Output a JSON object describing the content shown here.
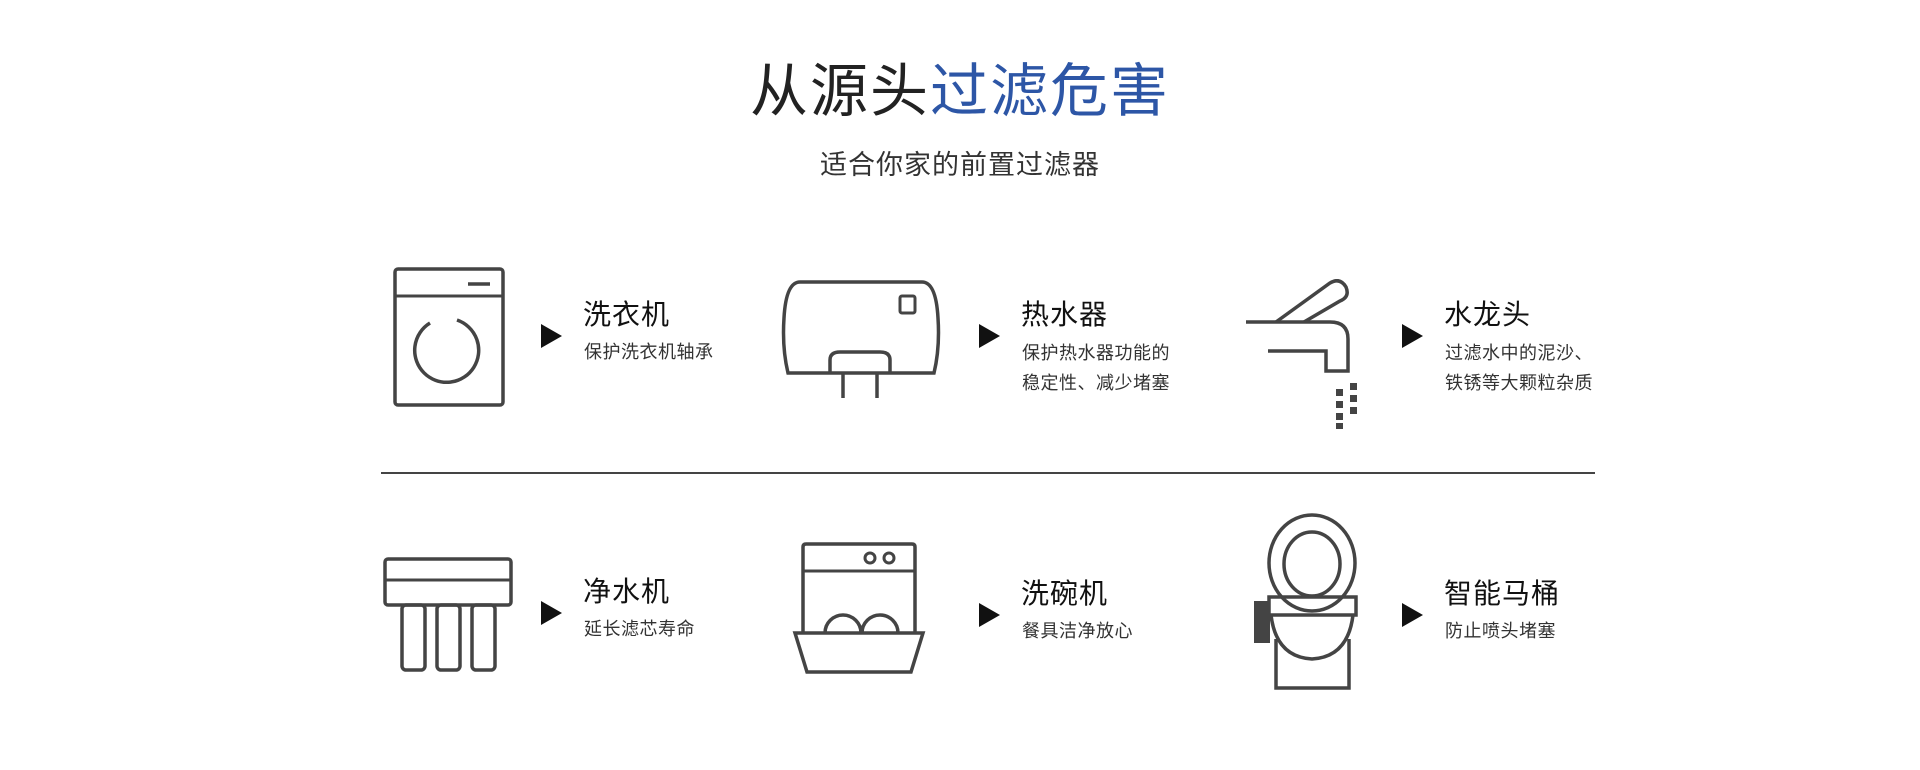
{
  "header": {
    "title_main": "从源头",
    "title_accent": "过滤危害",
    "subtitle": "适合你家的前置过滤器"
  },
  "colors": {
    "accent": "#2d56a6",
    "icon_stroke": "#444444",
    "text": "#222222"
  },
  "items": [
    {
      "icon": "washing-machine-icon",
      "name": "洗衣机",
      "desc": [
        "保护洗衣机轴承"
      ]
    },
    {
      "icon": "water-heater-icon",
      "name": "热水器",
      "desc": [
        "保护热水器功能的",
        "稳定性、减少堵塞"
      ]
    },
    {
      "icon": "faucet-icon",
      "name": "水龙头",
      "desc": [
        "过滤水中的泥沙、",
        "铁锈等大颗粒杂质"
      ]
    },
    {
      "icon": "water-purifier-icon",
      "name": "净水机",
      "desc": [
        "延长滤芯寿命"
      ]
    },
    {
      "icon": "dishwasher-icon",
      "name": "洗碗机",
      "desc": [
        "餐具洁净放心"
      ]
    },
    {
      "icon": "smart-toilet-icon",
      "name": "智能马桶",
      "desc": [
        "防止喷头堵塞"
      ]
    }
  ]
}
